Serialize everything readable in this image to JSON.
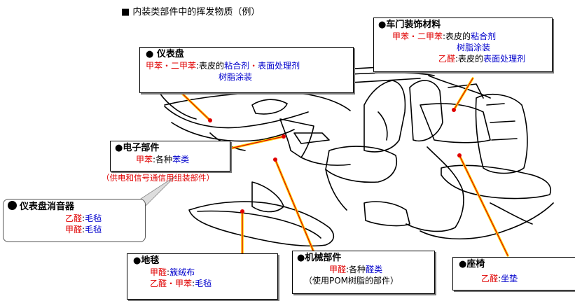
{
  "title": "■ 内装类部件中的挥发物质（例）",
  "boxes": {
    "instrument": {
      "heading": "● 仪表盘",
      "line1": {
        "chem": "甲苯・二甲苯",
        "sep": ":表皮的",
        "part1": "粘合剂",
        "mid": "・",
        "part2": "表面处理剂"
      },
      "line2": "树脂涂装"
    },
    "door": {
      "heading": "●车门装饰材料",
      "line1": {
        "chem": "甲苯・二甲苯",
        "sep": ":表皮的",
        "part": "粘合剂"
      },
      "line2": "树脂涂装",
      "line3": {
        "chem": "乙醛",
        "sep": ":表皮的",
        "part": "表面处理剂"
      }
    },
    "electronic": {
      "heading": "●电子部件",
      "line1": {
        "chem": "甲苯",
        "sep": ":各种",
        "part": "苯类"
      }
    },
    "silencer": {
      "heading": "仪表盘消音器",
      "line1": {
        "chem": "乙醛",
        "sep": ":",
        "part": "毛毡"
      },
      "line2": {
        "chem": "甲醛",
        "sep": ":",
        "part": "毛毡"
      }
    },
    "carpet": {
      "heading": "●地毯",
      "line1": {
        "chem": "甲醛",
        "sep": ":",
        "part": "簇绒布"
      },
      "line2": {
        "chem": "乙醛・甲苯",
        "sep": ":",
        "part": "毛毡"
      }
    },
    "mechanical": {
      "heading": "●机械部件",
      "line1": {
        "chem": "甲醛",
        "sep": ":各种",
        "part": "醛类"
      },
      "line2": "（使用POM树脂的部件）"
    },
    "seat": {
      "heading": "●座椅",
      "line1": {
        "chem": "乙醛",
        "sep": ":",
        "part": "坐垫"
      }
    }
  },
  "electronic_note": "（供电和信号通信用组装部件）",
  "colors": {
    "chemical": "#e00000",
    "material": "#0000cc",
    "leader": "#ffd400"
  }
}
